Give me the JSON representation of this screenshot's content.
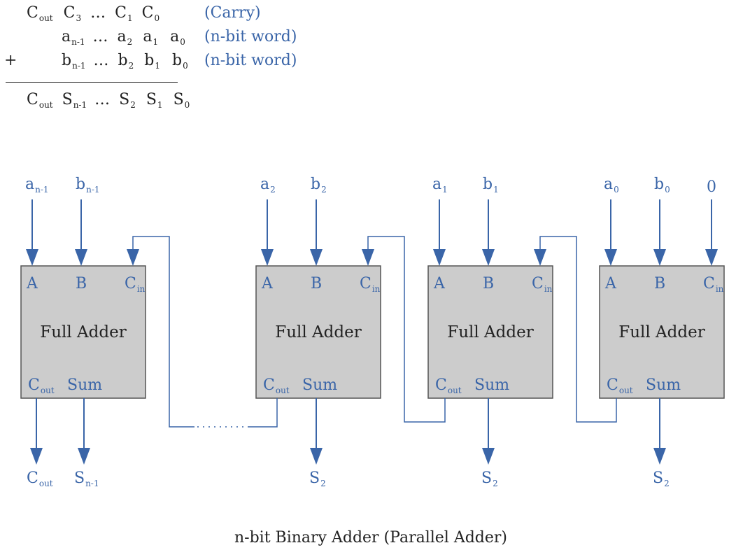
{
  "equation": {
    "carry_row": {
      "items": [
        [
          "C",
          "out"
        ],
        [
          "C",
          "3"
        ],
        [
          "…",
          ""
        ],
        [
          "C",
          "1"
        ],
        [
          "C",
          "0"
        ]
      ],
      "note": "(Carry)"
    },
    "a_row": {
      "items": [
        [
          "a",
          "n-1"
        ],
        [
          "…",
          ""
        ],
        [
          "a",
          "2"
        ],
        [
          "a",
          "1"
        ],
        [
          "a",
          "0"
        ]
      ],
      "note": "(n-bit word)"
    },
    "b_row": {
      "plus": "+",
      "items": [
        [
          "b",
          "n-1"
        ],
        [
          "…",
          ""
        ],
        [
          "b",
          "2"
        ],
        [
          "b",
          "1"
        ],
        [
          "b",
          "0"
        ]
      ],
      "note": "(n-bit word)"
    },
    "sum_row": {
      "items": [
        [
          "C",
          "out"
        ],
        [
          "S",
          "n-1"
        ],
        [
          "…",
          ""
        ],
        [
          "S",
          "2"
        ],
        [
          "S",
          "1"
        ],
        [
          "S",
          "0"
        ]
      ]
    }
  },
  "adders": [
    {
      "title": "Full Adder",
      "inputs": [
        [
          "a",
          "n-1"
        ],
        [
          "b",
          "n-1"
        ]
      ],
      "ports": {
        "a": "A",
        "b": "B",
        "cin": [
          "C",
          "in"
        ],
        "cout": [
          "C",
          "out"
        ],
        "sum": "Sum"
      },
      "outputs": [
        [
          "C",
          "out"
        ],
        [
          "S",
          "n-1"
        ]
      ]
    },
    {
      "title": "Full Adder",
      "inputs": [
        [
          "a",
          "2"
        ],
        [
          "b",
          "2"
        ]
      ],
      "ports": {
        "a": "A",
        "b": "B",
        "cin": [
          "C",
          "in"
        ],
        "cout": [
          "C",
          "out"
        ],
        "sum": "Sum"
      },
      "outputs": [
        [
          "S",
          "2"
        ]
      ]
    },
    {
      "title": "Full Adder",
      "inputs": [
        [
          "a",
          "1"
        ],
        [
          "b",
          "1"
        ]
      ],
      "ports": {
        "a": "A",
        "b": "B",
        "cin": [
          "C",
          "in"
        ],
        "cout": [
          "C",
          "out"
        ],
        "sum": "Sum"
      },
      "outputs": [
        [
          "S",
          "2"
        ]
      ]
    },
    {
      "title": "Full Adder",
      "inputs": [
        [
          "a",
          "0"
        ],
        [
          "b",
          "0"
        ]
      ],
      "carry_in_value": "0",
      "ports": {
        "a": "A",
        "b": "B",
        "cin": [
          "C",
          "in"
        ],
        "cout": [
          "C",
          "out"
        ],
        "sum": "Sum"
      },
      "outputs": [
        [
          "S",
          "2"
        ]
      ]
    }
  ],
  "caption": "n-bit Binary Adder (Parallel Adder)",
  "colors": {
    "box_fill": "#cccccc",
    "box_stroke": "#555555",
    "wire": "#3a65a8",
    "text": "#222222"
  }
}
